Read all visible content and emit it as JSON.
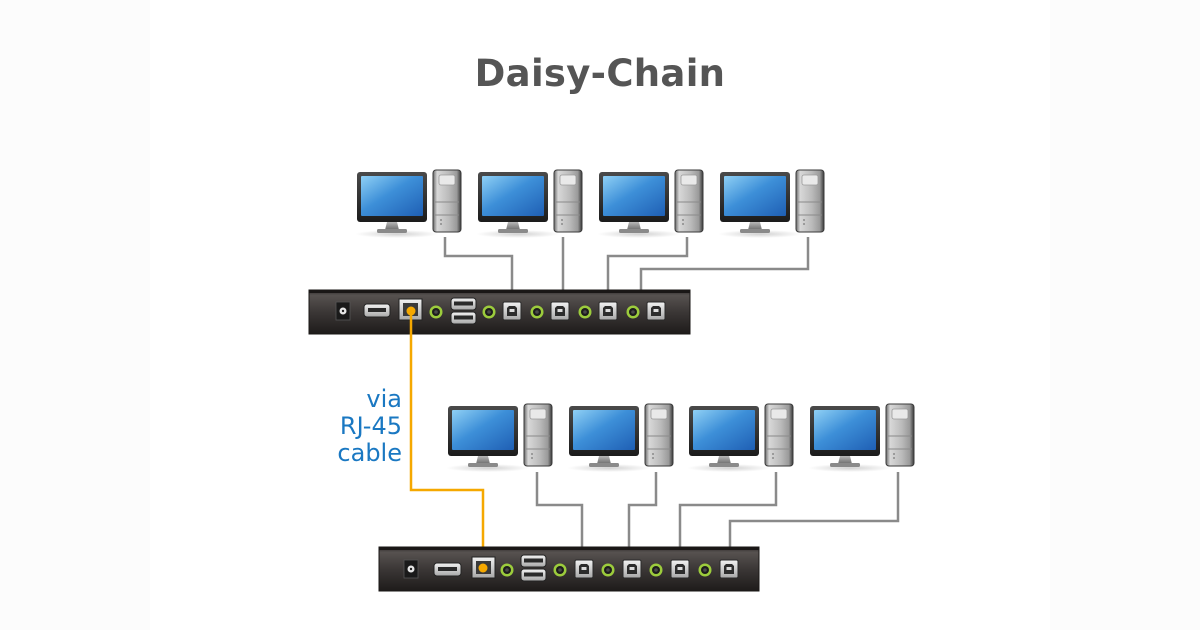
{
  "title": "Daisy-Chain",
  "cable_label": {
    "lines": [
      "via",
      "RJ-45",
      "cable"
    ]
  },
  "colors": {
    "title": "#555555",
    "label": "#1a78c2",
    "rj45_cable": "#f5a800",
    "usb_cable": "#8a8a8a",
    "switch_body": "#3a3635",
    "led_ring": "#9ccc3c"
  },
  "switches": [
    {
      "name": "primary-kvm-switch",
      "ports": [
        "power-jack",
        "usb-a-port",
        "rj45-port",
        "audio-jack",
        "usb-a-stack",
        "audio-jack",
        "usb-b-port",
        "audio-jack",
        "usb-b-port",
        "audio-jack",
        "usb-b-port",
        "audio-jack",
        "usb-b-port"
      ],
      "computers": 4
    },
    {
      "name": "secondary-kvm-switch",
      "ports": [
        "power-jack",
        "usb-a-port",
        "rj45-port",
        "audio-jack",
        "usb-a-stack",
        "audio-jack",
        "usb-b-port",
        "audio-jack",
        "usb-b-port",
        "audio-jack",
        "usb-b-port",
        "audio-jack",
        "usb-b-port"
      ],
      "computers": 4
    }
  ],
  "icons": {
    "computer": "monitor-and-tower-icon",
    "switch": "kvm-switch-icon"
  }
}
